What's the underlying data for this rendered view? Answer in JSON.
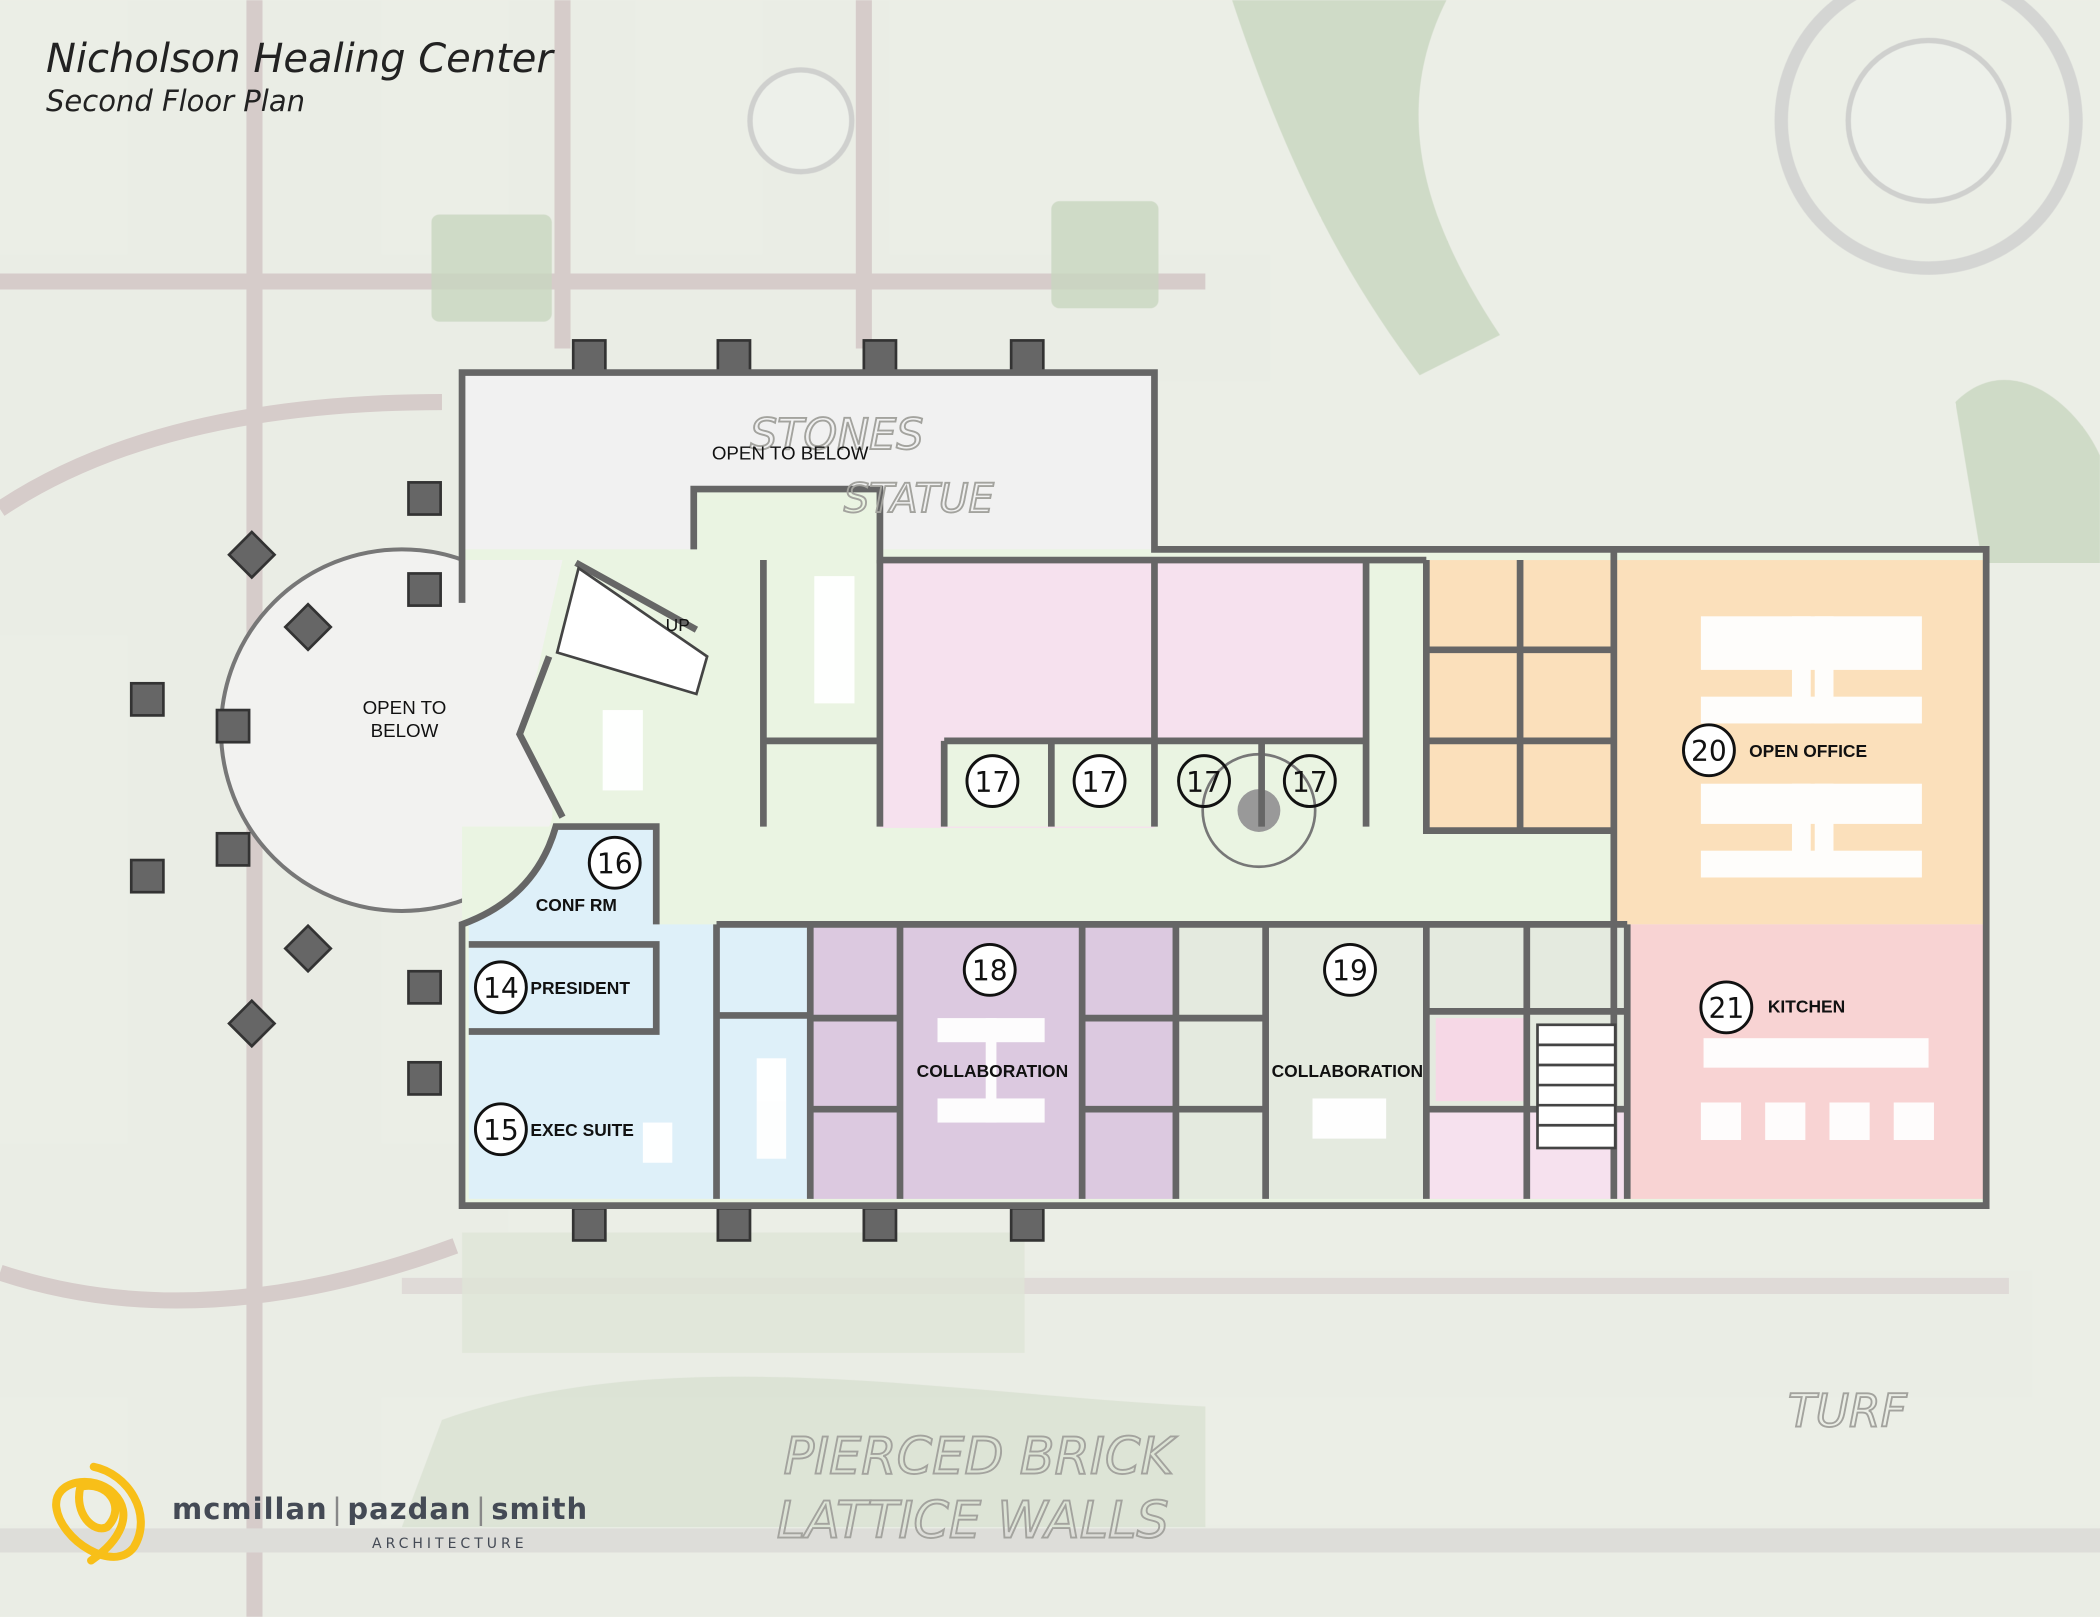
{
  "header": {
    "title": "Nicholson Healing Center",
    "subtitle": "Second Floor Plan"
  },
  "site_notes": {
    "stones": "STONES",
    "statue": "STATUE",
    "pierced1": "PIERCED BRICK",
    "pierced2": "LATTICE WALLS",
    "turf": "TURF"
  },
  "plan": {
    "open_below_top": "OPEN TO BELOW",
    "open_below_round_1": "OPEN TO",
    "open_below_round_2": "BELOW",
    "stair_up": "UP",
    "rooms": [
      {
        "num": "14",
        "label": "PRESIDENT"
      },
      {
        "num": "15",
        "label": "EXEC SUITE"
      },
      {
        "num": "16",
        "label": "CONF RM"
      },
      {
        "num": "17",
        "label": ""
      },
      {
        "num": "18",
        "label": "COLLABORATION"
      },
      {
        "num": "19",
        "label": "COLLABORATION"
      },
      {
        "num": "20",
        "label": "OPEN OFFICE"
      },
      {
        "num": "21",
        "label": "KITCHEN"
      }
    ]
  },
  "colors": {
    "exec_blue": "#def0f9",
    "circulation_green": "#eaf4e2",
    "collab_purple": "#dcc9e0",
    "support_pink": "#f6e1ee",
    "open_office_orange": "#fbe0bb",
    "kitchen_red": "#f8d3d3",
    "collab_grey": "#e4eadf",
    "wall": "#666666",
    "logo_yellow": "#f8bf18"
  },
  "logo": {
    "name_1": "mcmillan",
    "name_2": "pazdan",
    "name_3": "smith",
    "sub": "ARCHITECTURE"
  }
}
